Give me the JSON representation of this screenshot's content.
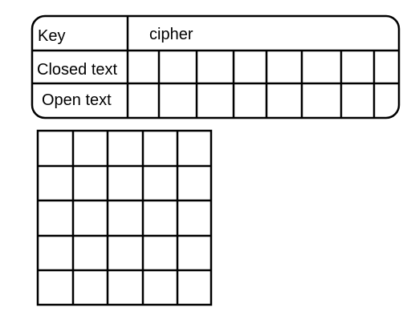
{
  "cipher_table": {
    "key_label": "Key",
    "key_value": "cipher",
    "closed_text_label": "Closed text",
    "open_text_label": "Open text",
    "cipher_columns": 8,
    "closed_text_cells": [
      "",
      "",
      "",
      "",
      "",
      "",
      "",
      ""
    ],
    "open_text_cells": [
      "",
      "",
      "",
      "",
      "",
      "",
      "",
      ""
    ]
  },
  "grid": {
    "rows": 5,
    "cols": 5,
    "cells": [
      [
        "",
        "",
        "",
        "",
        ""
      ],
      [
        "",
        "",
        "",
        "",
        ""
      ],
      [
        "",
        "",
        "",
        "",
        ""
      ],
      [
        "",
        "",
        "",
        "",
        ""
      ],
      [
        "",
        "",
        "",
        "",
        ""
      ]
    ]
  },
  "colors": {
    "line": "#000000",
    "background": "#ffffff"
  }
}
